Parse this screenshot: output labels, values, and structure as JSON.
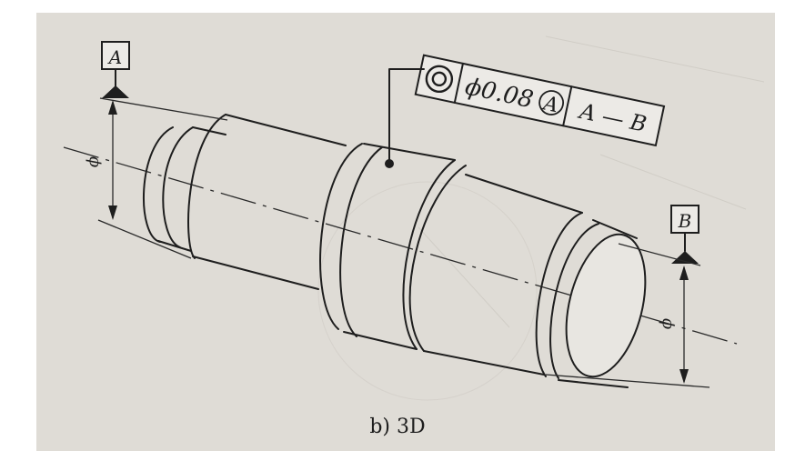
{
  "figure": {
    "caption": "b) 3D"
  },
  "datums": {
    "left": "A",
    "right": "B"
  },
  "diameter_marks": {
    "left": "ϕ",
    "right": "ϕ"
  },
  "feature_control_frame": {
    "symbol": "concentricity-icon",
    "tolerance_prefix": "ϕ0.08",
    "modifier": "A",
    "datum_reference": "A — B"
  }
}
